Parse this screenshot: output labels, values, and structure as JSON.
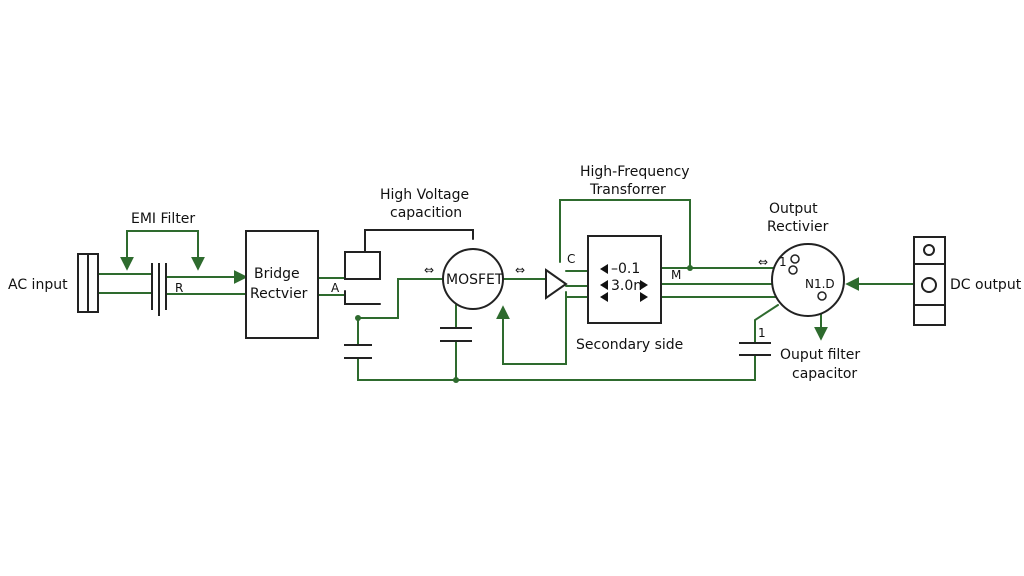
{
  "labels": {
    "ac_input": "AC input",
    "emi_filter": "EMI Filter",
    "resistor": "R",
    "bridge_line1": "Bridge",
    "bridge_line2": "Rectvier",
    "node_a": "A",
    "hv_cap_line1": "High Voltage",
    "hv_cap_line2": "capacition",
    "mosfet": "MOSFET",
    "hf_line1": "High-Frequency",
    "hf_line2": "Transforrer",
    "node_c": "C",
    "node_m": "M",
    "tr_val1": "–0.1",
    "tr_val2": "3.0n",
    "secondary": "Secondary side",
    "out_rect_line1": "Output",
    "out_rect_line2": "Rectivier",
    "rect_pin": "1",
    "rect_part": "N1.D",
    "cap_pin": "1",
    "filter_line1": "Ouput filter",
    "filter_line2": "capacitor",
    "dc_output": "DC output"
  },
  "colors": {
    "wire": "#2e6b2e",
    "outline": "#222222",
    "text": "#111111"
  },
  "icons": {
    "signal_marker": "⇔"
  }
}
